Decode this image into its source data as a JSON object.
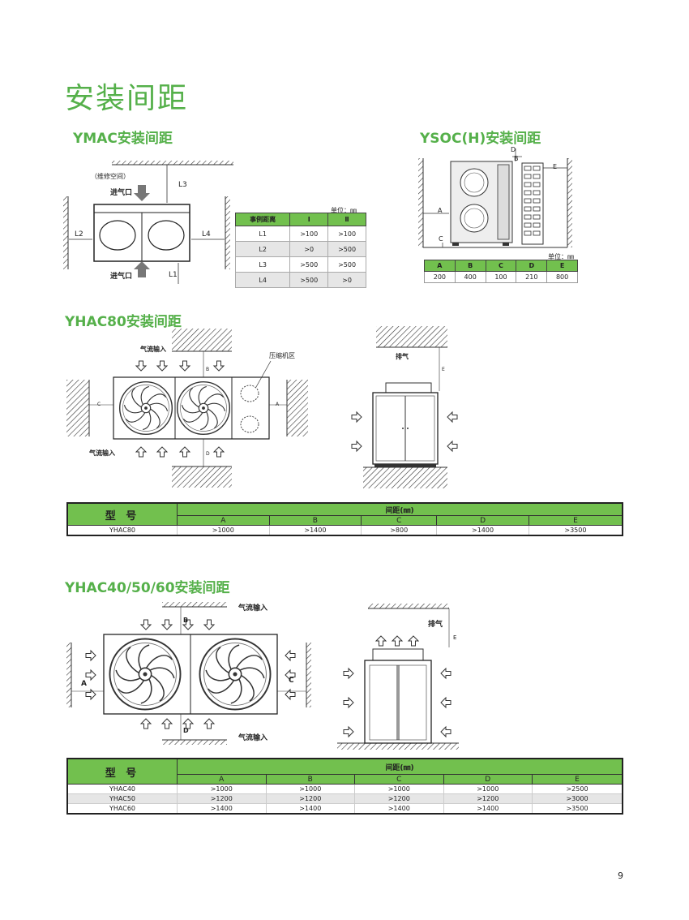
{
  "page_title": "安装间距",
  "page_number": "9",
  "ymac": {
    "title": "YMAC安装间距",
    "labels": {
      "service": "（维修空间）",
      "inlet_top": "进气口",
      "inlet_bottom": "进气口",
      "l1": "L1",
      "l2": "L2",
      "l3": "L3",
      "l4": "L4"
    },
    "unit": "单位：㎜",
    "table": {
      "headers": [
        "事例距离",
        "Ⅰ",
        "Ⅱ"
      ],
      "rows": [
        [
          "L1",
          ">100",
          ">100"
        ],
        [
          "L2",
          ">0",
          ">500"
        ],
        [
          "L3",
          ">500",
          ">500"
        ],
        [
          "L4",
          ">500",
          ">0"
        ]
      ]
    }
  },
  "ysoc": {
    "title": "YSOC(H)安装间距",
    "labels": {
      "a": "A",
      "b": "B",
      "c": "C",
      "d": "D",
      "e": "E"
    },
    "unit": "单位：㎜",
    "table": {
      "headers": [
        "A",
        "B",
        "C",
        "D",
        "E"
      ],
      "values": [
        "200",
        "400",
        "100",
        "210",
        "800"
      ]
    }
  },
  "yhac80": {
    "title": "YHAC80安装间距",
    "labels": {
      "airflow_top": "气流输入",
      "airflow_bottom": "气流输入",
      "compressor": "压缩机区",
      "exhaust": "排气",
      "a": "A",
      "b": "B",
      "c": "C",
      "d": "D",
      "e": "E"
    },
    "table": {
      "model_header": "型 号",
      "spacing_header": "间距(㎜)",
      "columns": [
        "A",
        "B",
        "C",
        "D",
        "E"
      ],
      "rows": [
        [
          "YHAC80",
          ">1000",
          ">1400",
          ">800",
          ">1400",
          ">3500"
        ]
      ]
    }
  },
  "yhac40": {
    "title": "YHAC40/50/60安装间距",
    "labels": {
      "airflow_top": "气流输入",
      "airflow_bottom": "气流输入",
      "exhaust": "排气",
      "a": "A",
      "b": "B",
      "c": "C",
      "d": "D",
      "e": "E"
    },
    "table": {
      "model_header": "型 号",
      "spacing_header": "间距(㎜)",
      "columns": [
        "A",
        "B",
        "C",
        "D",
        "E"
      ],
      "rows": [
        [
          "YHAC40",
          ">1000",
          ">1000",
          ">1000",
          ">1000",
          ">2500"
        ],
        [
          "YHAC50",
          ">1200",
          ">1200",
          ">1200",
          ">1200",
          ">3000"
        ],
        [
          "YHAC60",
          ">1400",
          ">1400",
          ">1400",
          ">1400",
          ">3500"
        ]
      ]
    }
  }
}
